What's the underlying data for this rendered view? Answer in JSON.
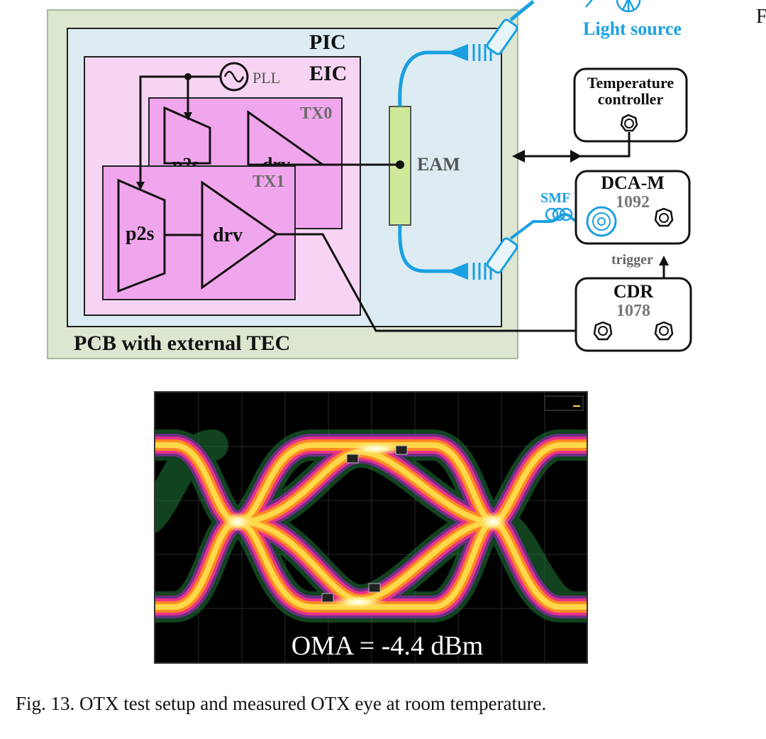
{
  "diagram": {
    "pcb": {
      "label": "PCB with external TEC",
      "fill": "#dce6d0"
    },
    "pic": {
      "label": "PIC",
      "fill": "#dcecf2"
    },
    "eic": {
      "label": "EIC",
      "fill": "#f7d4f4"
    },
    "pll": {
      "label": "PLL"
    },
    "tx0": {
      "label": "TX0",
      "p2s": "p2s",
      "drv": "drv",
      "fill": "#f0a6ec"
    },
    "tx1": {
      "label": "TX1",
      "p2s": "p2s",
      "drv": "drv",
      "fill": "#f0a6ec"
    },
    "eam": {
      "label": "EAM",
      "fill": "#cfe89a"
    },
    "light_source": {
      "label": "Light source",
      "color": "#1aa0e0"
    },
    "temperature_controller": {
      "line1": "Temperature",
      "line2": "controller"
    },
    "dca": {
      "label": "DCA-M",
      "model": "1092"
    },
    "smf": {
      "label": "SMF"
    },
    "trigger": {
      "label": "trigger"
    },
    "cdr": {
      "label": "CDR",
      "model": "1078"
    },
    "edge_letter": "F"
  },
  "eye": {
    "oma_label": "OMA = -4.4 dBm",
    "background": "#000000"
  },
  "caption": "Fig. 13.  OTX test setup and measured OTX eye at room temperature."
}
